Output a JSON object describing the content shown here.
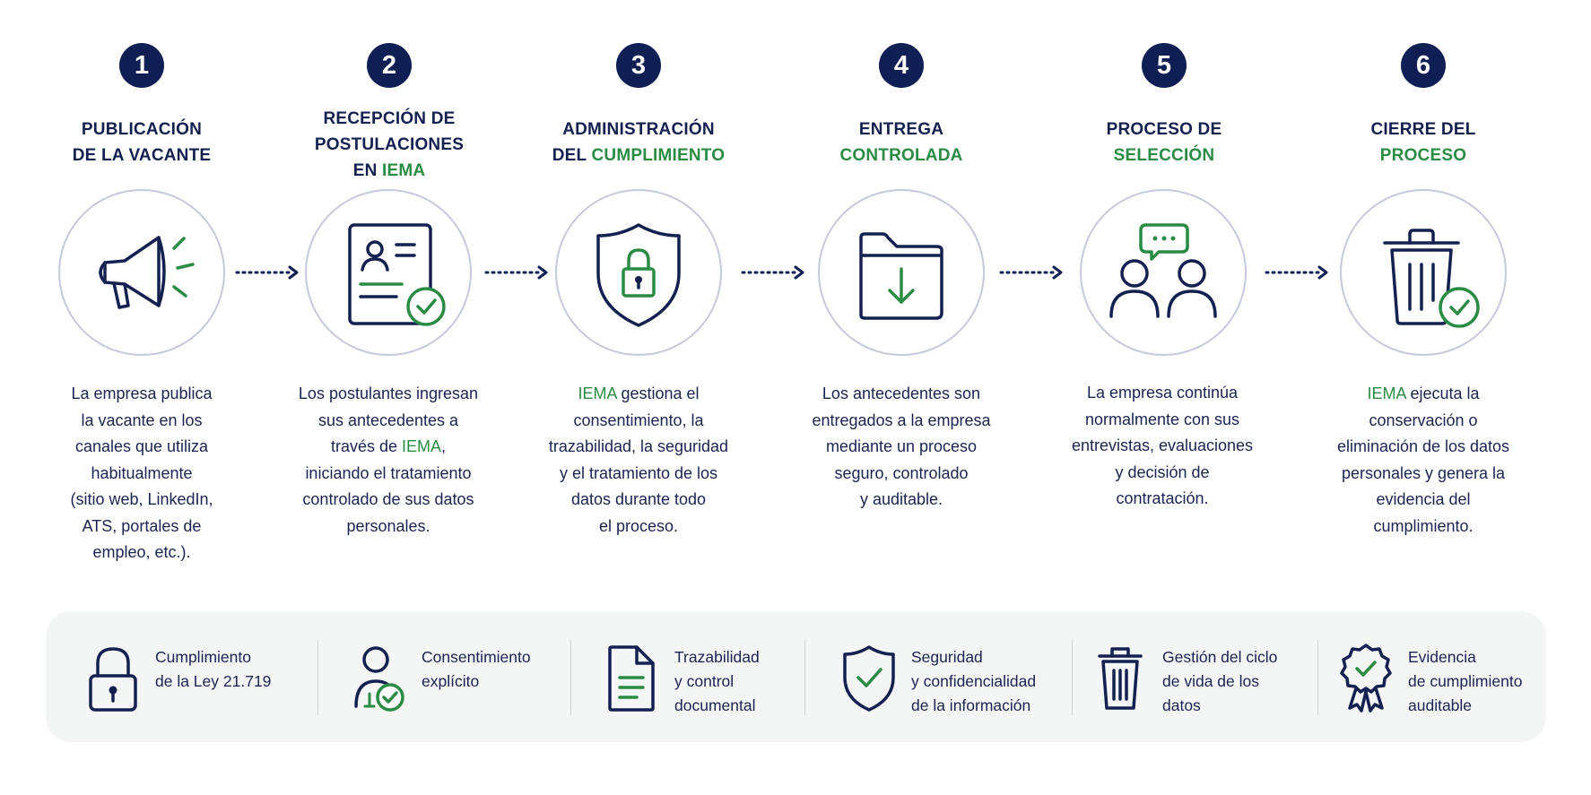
{
  "steps": [
    {
      "number": "1",
      "title_lines": [
        {
          "a": "PUBLICACIÓN",
          "b": ""
        },
        {
          "a": "DE LA VACANTE",
          "b": ""
        }
      ],
      "desc_lines": [
        {
          "a": "La empresa publica",
          "b": ""
        },
        {
          "a": "la vacante en los",
          "b": ""
        },
        {
          "a": "canales que utiliza",
          "b": ""
        },
        {
          "a": "habitualmente",
          "b": ""
        },
        {
          "a": "(sitio web, LinkedIn,",
          "b": ""
        },
        {
          "a": "ATS, portales de",
          "b": ""
        },
        {
          "a": "empleo, etc.).",
          "b": ""
        }
      ],
      "icon": "megaphone-icon"
    },
    {
      "number": "2",
      "title_lines": [
        {
          "a": "RECEPCIÓN DE",
          "b": ""
        },
        {
          "a": "POSTULACIONES",
          "b": ""
        },
        {
          "a": "EN ",
          "b": "IEMA"
        }
      ],
      "desc_lines": [
        {
          "a": "Los postulantes ingresan",
          "b": ""
        },
        {
          "a": "sus antecedentes a",
          "b": ""
        },
        {
          "a": "través de ",
          "b": "IEMA",
          ",": ""
        },
        {
          "a": "iniciando el tratamiento",
          "b": ""
        },
        {
          "a": "controlado de sus datos",
          "b": ""
        },
        {
          "a": "personales.",
          "b": ""
        }
      ],
      "icon": "application-form-check-icon"
    },
    {
      "number": "3",
      "title_lines": [
        {
          "a": "ADMINISTRACIÓN",
          "b": ""
        },
        {
          "a": "DEL ",
          "b": "CUMPLIMIENTO"
        }
      ],
      "desc_lines": [
        {
          "a": "",
          "b": "IEMA",
          "c": " gestiona el"
        },
        {
          "a": "consentimiento, la",
          "b": ""
        },
        {
          "a": "trazabilidad, la seguridad",
          "b": ""
        },
        {
          "a": "y el tratamiento de los",
          "b": ""
        },
        {
          "a": "datos durante todo",
          "b": ""
        },
        {
          "a": "el proceso.",
          "b": ""
        }
      ],
      "icon": "shield-lock-icon"
    },
    {
      "number": "4",
      "title_lines": [
        {
          "a": "ENTREGA",
          "b": ""
        },
        {
          "a": "",
          "b": "CONTROLADA"
        }
      ],
      "desc_lines": [
        {
          "a": "Los antecedentes son",
          "b": ""
        },
        {
          "a": "entregados a la empresa",
          "b": ""
        },
        {
          "a": "mediante un proceso",
          "b": ""
        },
        {
          "a": "seguro, controlado",
          "b": ""
        },
        {
          "a": "y auditable.",
          "b": ""
        }
      ],
      "icon": "folder-download-icon"
    },
    {
      "number": "5",
      "title_lines": [
        {
          "a": "PROCESO DE",
          "b": ""
        },
        {
          "a": "",
          "b": "SELECCIÓN"
        }
      ],
      "desc_lines": [
        {
          "a": "La empresa continúa",
          "b": ""
        },
        {
          "a": "normalmente con sus",
          "b": ""
        },
        {
          "a": "entrevistas, evaluaciones",
          "b": ""
        },
        {
          "a": "y decisión de",
          "b": ""
        },
        {
          "a": "contratación.",
          "b": ""
        }
      ],
      "icon": "interview-people-icon"
    },
    {
      "number": "6",
      "title_lines": [
        {
          "a": "CIERRE DEL",
          "b": ""
        },
        {
          "a": "",
          "b": "PROCESO"
        }
      ],
      "desc_lines": [
        {
          "a": "",
          "b": "IEMA",
          "c": " ejecuta la"
        },
        {
          "a": "conservación o",
          "b": ""
        },
        {
          "a": "eliminación de los datos",
          "b": ""
        },
        {
          "a": "personales y genera la",
          "b": ""
        },
        {
          "a": "evidencia del",
          "b": ""
        },
        {
          "a": "cumplimiento.",
          "b": ""
        }
      ],
      "icon": "trash-check-icon"
    }
  ],
  "features": [
    {
      "icon": "lock-icon",
      "lines": [
        "Cumplimiento",
        "de la Ley 21.719"
      ]
    },
    {
      "icon": "user-check-icon",
      "lines": [
        "Consentimiento",
        "explícito"
      ]
    },
    {
      "icon": "document-icon",
      "lines": [
        "Trazabilidad",
        "y control",
        "documental"
      ]
    },
    {
      "icon": "shield-check-icon",
      "lines": [
        "Seguridad",
        "y confidencialidad",
        "de la información"
      ]
    },
    {
      "icon": "trash-icon",
      "lines": [
        "Gestión del ciclo",
        "de vida de los",
        "datos"
      ]
    },
    {
      "icon": "award-ribbon-icon",
      "lines": [
        "Evidencia",
        "de cumplimiento",
        "auditable"
      ]
    }
  ],
  "colors": {
    "navy": "#0f1f54",
    "green": "#2a8c44",
    "circle_border": "#c6cad8",
    "panel_bg": "#f4f6f6"
  }
}
